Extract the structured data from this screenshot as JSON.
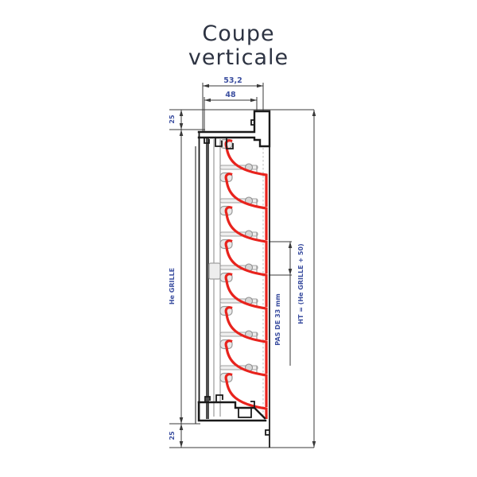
{
  "title": {
    "line1": "Coupe",
    "line2": "verticale"
  },
  "dimensions": {
    "outer_depth": "53,2",
    "inner_depth": "48",
    "top_offset": "25",
    "grille_height_label": "He GRILLE",
    "slat_pitch_label": "PAS DE 33 mm",
    "total_height_label": "HT = (He GRILLE + 50)",
    "bottom_offset": "25"
  },
  "colors": {
    "slat_red": "#e8231d",
    "dimension_text_blue": "#3c4fa0",
    "title_text": "#2d3342",
    "profile_black": "#1a1a1a",
    "profile_gray": "#a8a8a8"
  },
  "drawing": {
    "slat_count": 8
  }
}
